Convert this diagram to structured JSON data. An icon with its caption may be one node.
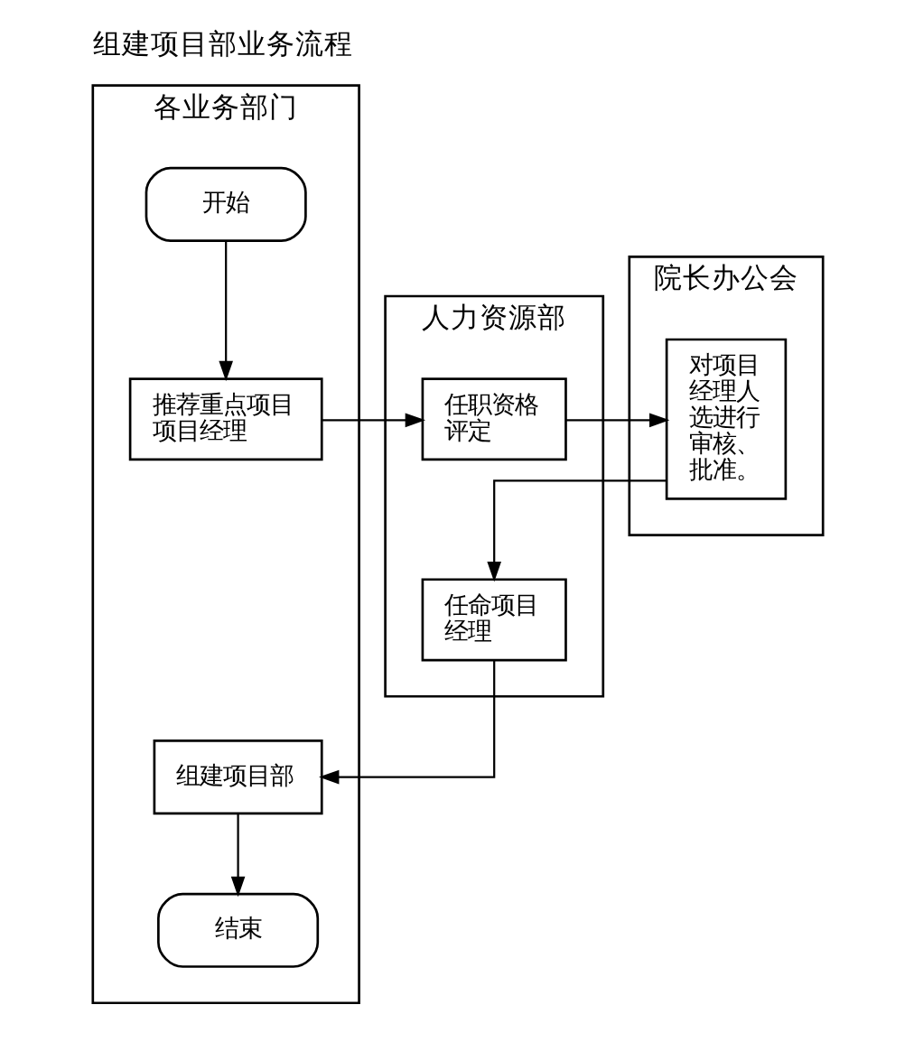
{
  "diagram": {
    "title": "组建项目部业务流程",
    "nodes": [
      {
        "text": [
          "各业务部门"
        ]
      },
      {
        "text": [
          "人力资源部"
        ]
      },
      {
        "text": [
          "院长办公会"
        ]
      },
      {
        "text": [
          "开始"
        ],
        "in": 0
      },
      {
        "text": [
          "推荐重点项目项目经理"
        ],
        "in": 0
      },
      {
        "text": [
          "任职资格评定"
        ],
        "in": 1
      },
      {
        "text": [
          "对项目经理人选进行审核、批准。"
        ],
        "in": 2
      },
      {
        "text": [
          "任命项目经理"
        ],
        "in": 1
      },
      {
        "text": [
          "组建项目部"
        ],
        "in": 0
      },
      {
        "text": [
          "结束"
        ],
        "in": 0
      }
    ],
    "edges": [
      {
        "from": 3,
        "to": 4,
        "arrow": "to"
      },
      {
        "from": 4,
        "to": 5,
        "arrow": "to"
      },
      {
        "from": 5,
        "to": 6,
        "arrow": "to"
      },
      {
        "from": 6,
        "to": 7,
        "arrow": "to"
      },
      {
        "from": 7,
        "to": 8,
        "arrow": "to"
      },
      {
        "from": 8,
        "to": 9,
        "arrow": "to"
      }
    ]
  }
}
